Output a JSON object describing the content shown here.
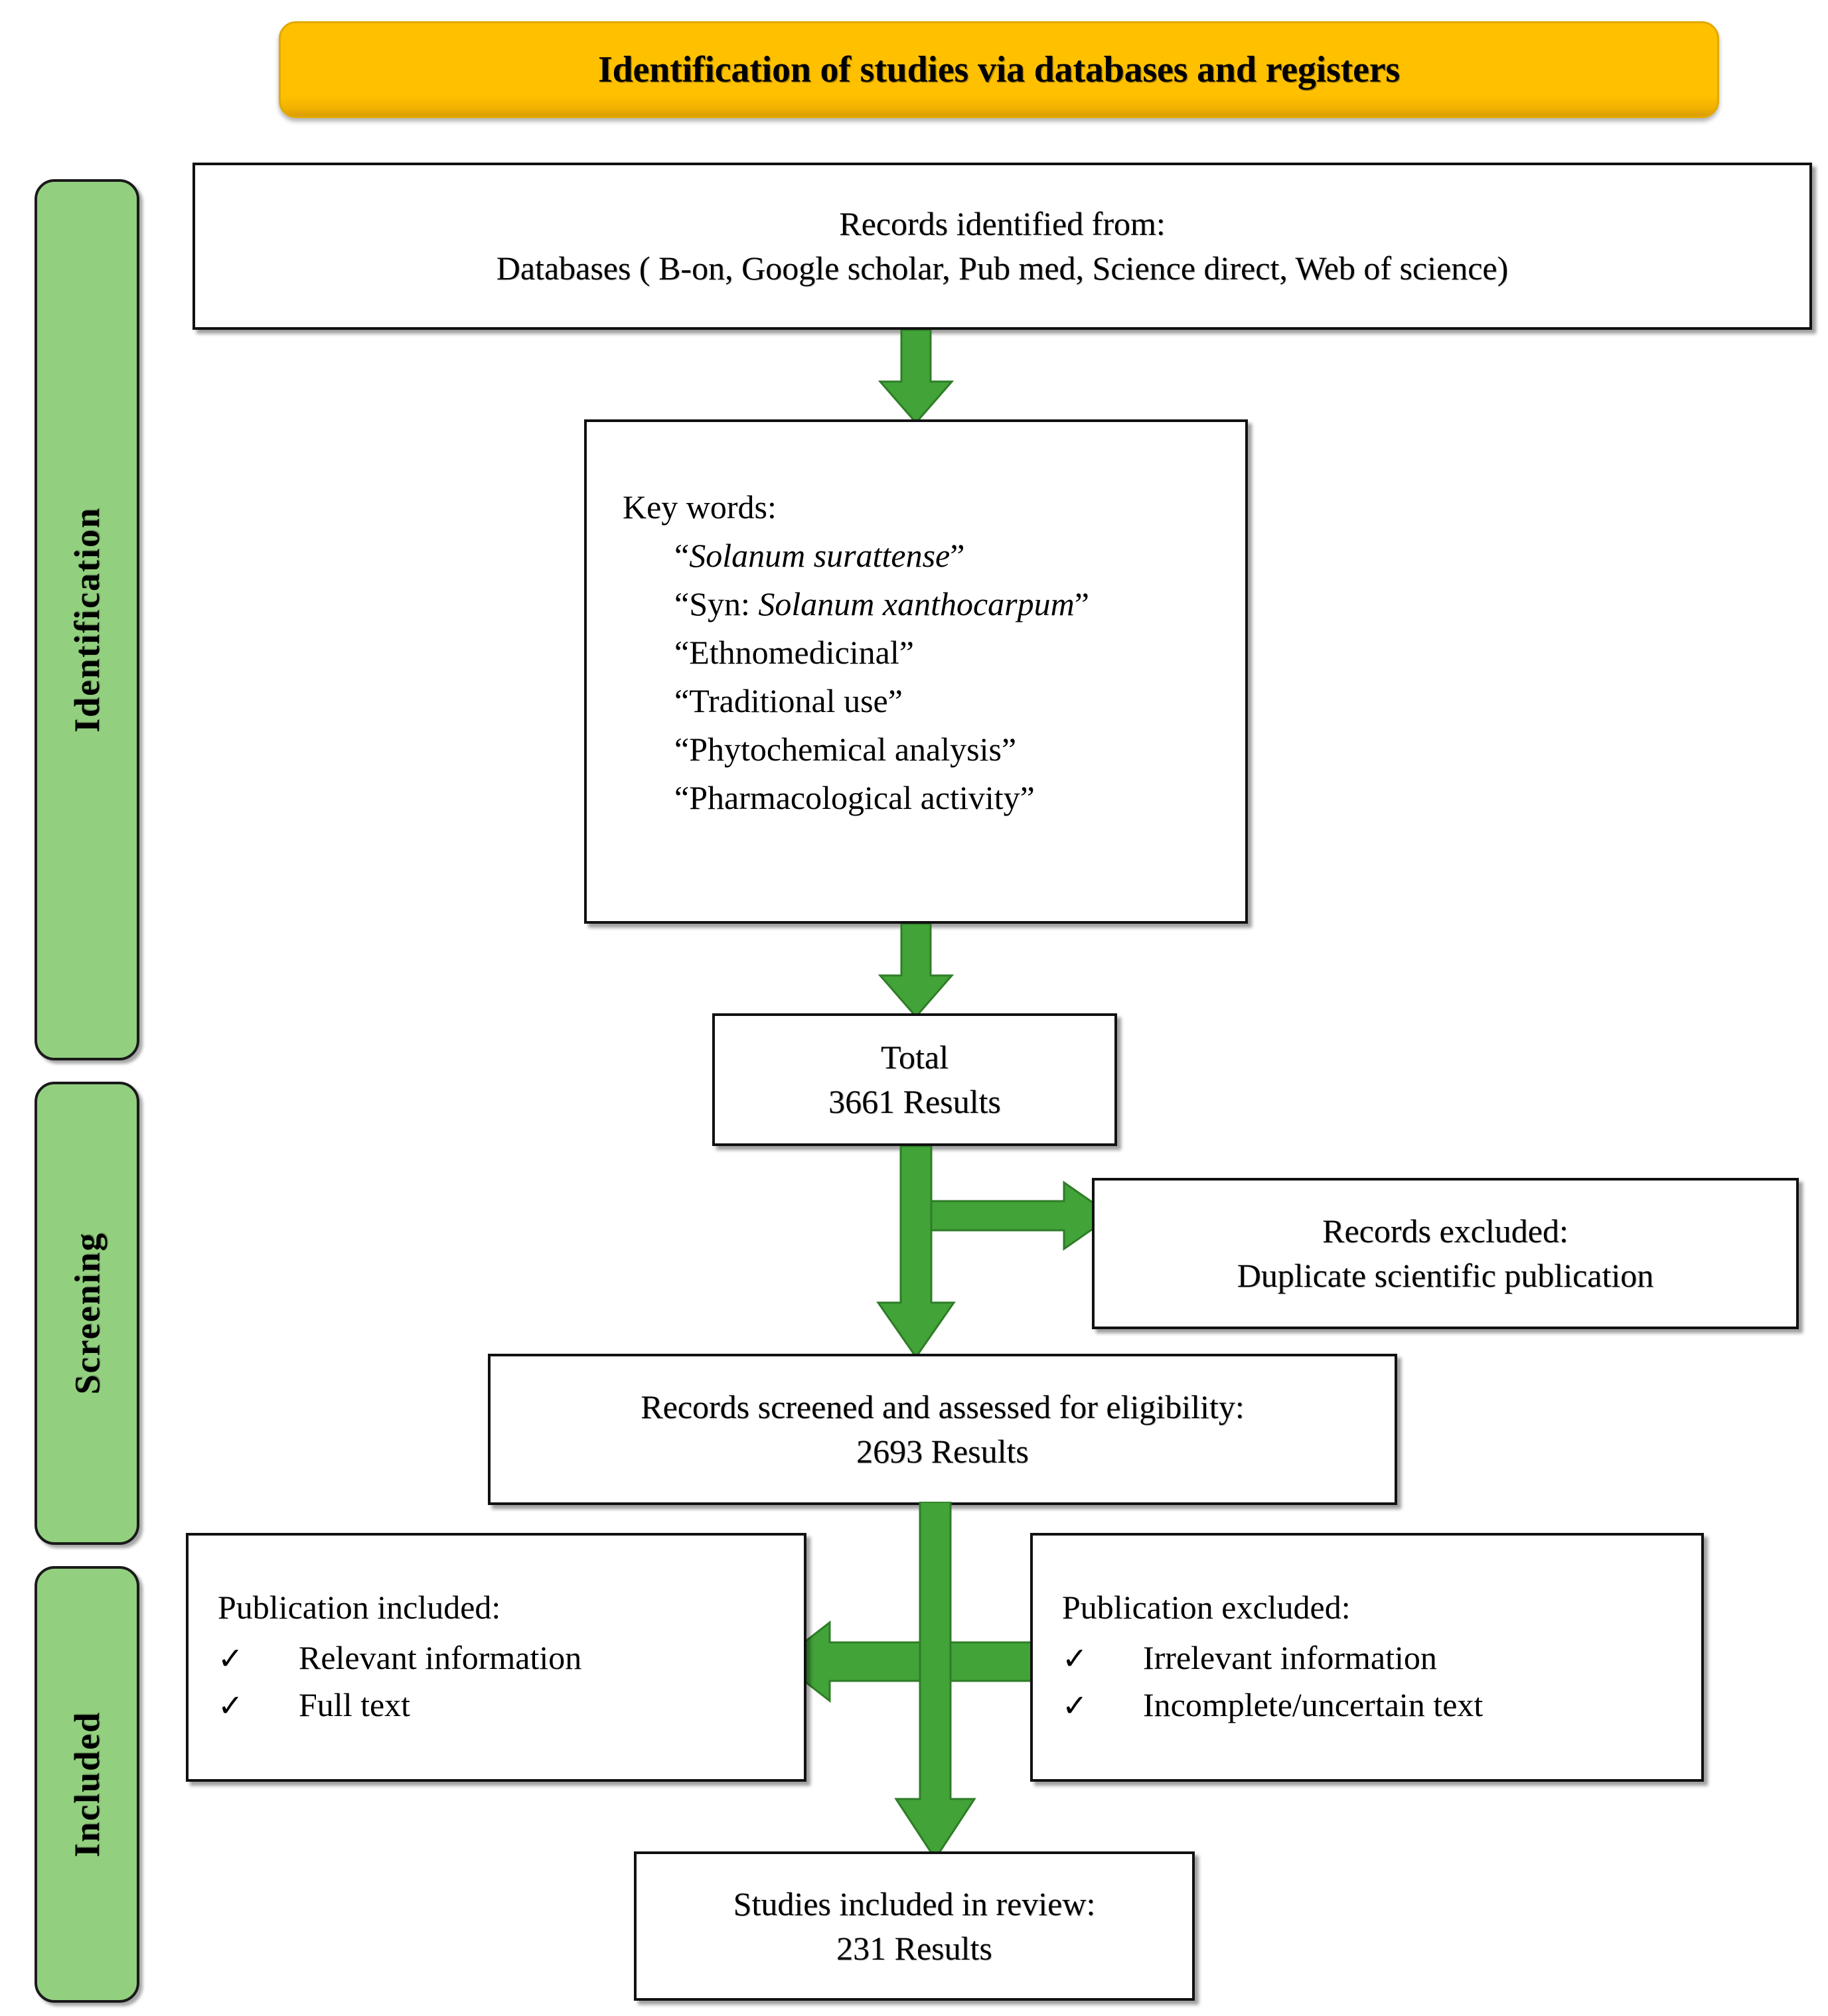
{
  "header": {
    "title": "Identification of studies via databases and registers",
    "color": "#FFC000"
  },
  "theme": {
    "stage_green": "#92D07F",
    "arrow_green": "#42A338",
    "box_border": "#111111"
  },
  "stages": [
    {
      "label": "Identification"
    },
    {
      "label": "Screening"
    },
    {
      "label": "Included"
    }
  ],
  "boxes": {
    "records_identified": {
      "line1": "Records identified from:",
      "line2": "Databases ( B-on, Google scholar, Pub med, Science direct, Web of science)"
    },
    "keywords": {
      "title": "Key words:",
      "items": [
        {
          "prefix": "“",
          "italic": "Solanum surattense",
          "suffix": "”"
        },
        {
          "prefix": "“Syn: ",
          "italic": "Solanum xanthocarpum",
          "suffix": "”"
        },
        {
          "prefix": "“Ethnomedicinal”",
          "italic": "",
          "suffix": ""
        },
        {
          "prefix": "“Traditional use”",
          "italic": "",
          "suffix": ""
        },
        {
          "prefix": "“Phytochemical analysis”",
          "italic": "",
          "suffix": ""
        },
        {
          "prefix": "“Pharmacological activity”",
          "italic": "",
          "suffix": ""
        }
      ]
    },
    "total": {
      "line1": "Total",
      "line2": "3661 Results"
    },
    "records_excluded": {
      "line1": "Records excluded:",
      "line2": "Duplicate scientific publication"
    },
    "records_screened": {
      "line1": "Records screened and assessed for eligibility:",
      "line2": "2693 Results"
    },
    "publication_included": {
      "title": "Publication included:",
      "check": "✓",
      "criteria": [
        "Relevant information",
        "Full text"
      ]
    },
    "publication_excluded": {
      "title": "Publication excluded:",
      "check": "✓",
      "criteria": [
        "Irrelevant information",
        "Incomplete/uncertain text"
      ]
    },
    "studies_included": {
      "line1": "Studies included in review:",
      "line2": "231 Results"
    }
  },
  "chart_data": {
    "type": "diagram",
    "title": "PRISMA flow diagram: Identification of studies via databases and registers",
    "stages": [
      "Identification",
      "Screening",
      "Included"
    ],
    "nodes": [
      {
        "id": "records_identified",
        "stage": "Identification",
        "label": "Records identified from: Databases ( B-on, Google scholar, Pub med, Science direct, Web of science)"
      },
      {
        "id": "keywords",
        "stage": "Identification",
        "label": "Key words",
        "values": [
          "“Solanum surattense”",
          "“Syn: Solanum xanthocarpum”",
          "“Ethnomedicinal”",
          "“Traditional use”",
          "“Phytochemical analysis”",
          "“Pharmacological activity”"
        ]
      },
      {
        "id": "total",
        "stage": "Identification",
        "label": "Total",
        "count": 3661,
        "count_label": "3661 Results"
      },
      {
        "id": "records_excluded",
        "stage": "Screening",
        "label": "Records excluded: Duplicate scientific publication"
      },
      {
        "id": "records_screened",
        "stage": "Screening",
        "label": "Records screened and assessed for eligibility",
        "count": 2693,
        "count_label": "2693 Results"
      },
      {
        "id": "publication_included",
        "stage": "Included",
        "label": "Publication included",
        "values": [
          "Relevant information",
          "Full text"
        ]
      },
      {
        "id": "publication_excluded",
        "stage": "Included",
        "label": "Publication excluded",
        "values": [
          "Irrelevant information",
          "Incomplete/uncertain text"
        ]
      },
      {
        "id": "studies_included",
        "stage": "Included",
        "label": "Studies included in review",
        "count": 231,
        "count_label": "231 Results"
      }
    ],
    "edges": [
      {
        "from": "records_identified",
        "to": "keywords",
        "type": "down"
      },
      {
        "from": "keywords",
        "to": "total",
        "type": "down"
      },
      {
        "from": "total",
        "to": "records_excluded",
        "type": "right"
      },
      {
        "from": "total",
        "to": "records_screened",
        "type": "down"
      },
      {
        "from": "records_screened",
        "to": "publication_included",
        "type": "left"
      },
      {
        "from": "records_screened",
        "to": "publication_excluded",
        "type": "right"
      },
      {
        "from": "records_screened",
        "to": "studies_included",
        "type": "down"
      }
    ]
  }
}
